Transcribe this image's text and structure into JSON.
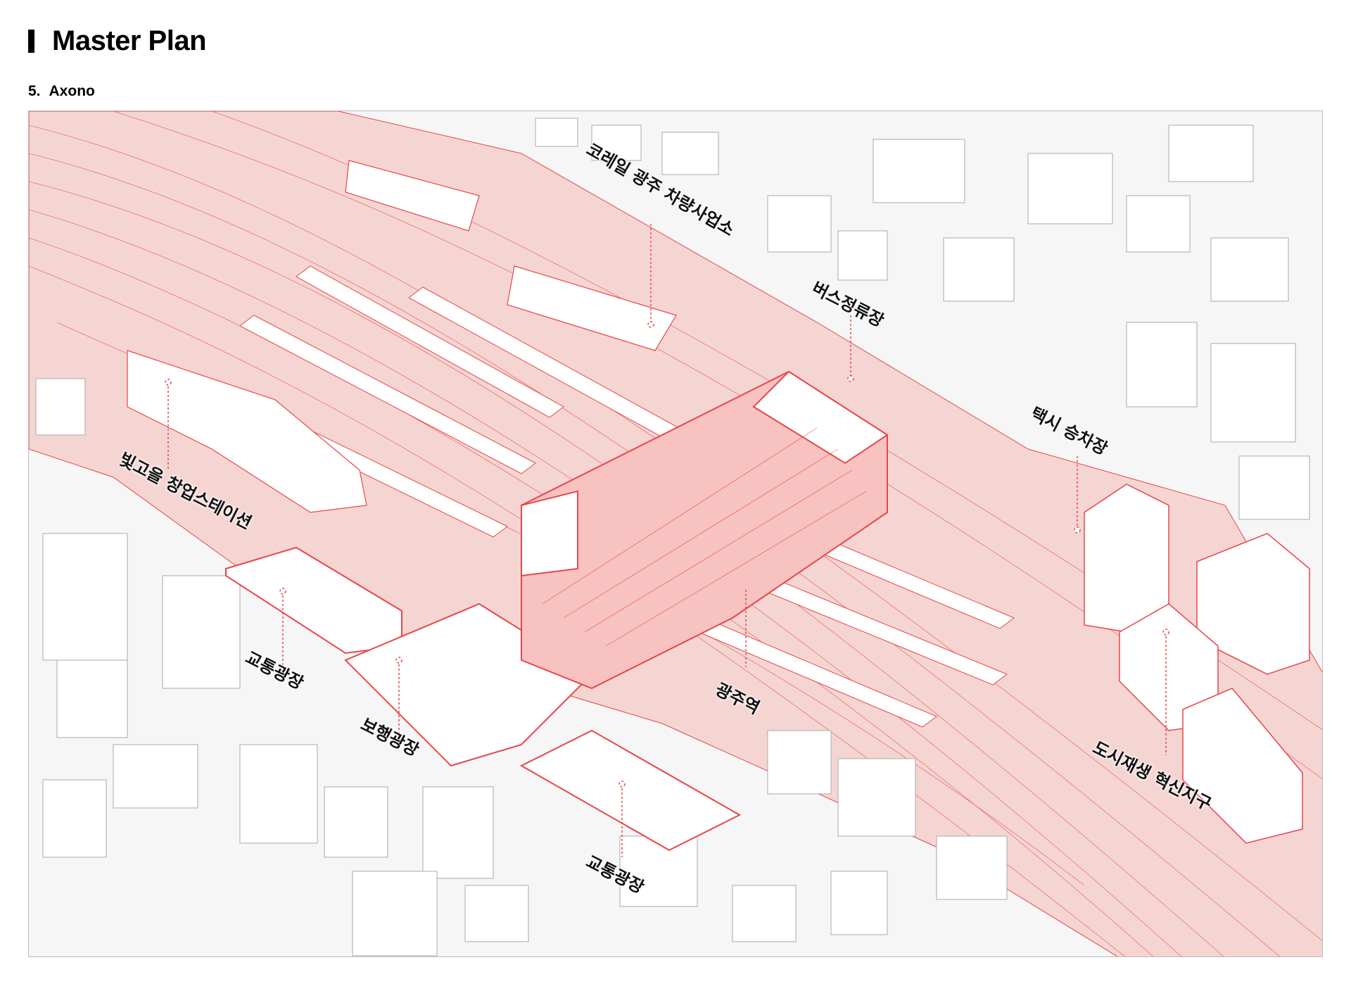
{
  "header": {
    "title": "Master Plan",
    "section_number": "5.",
    "section_title": "Axono"
  },
  "colors": {
    "accent": "#e8464b",
    "rail_area": "#f5d5d2",
    "buildings": "#ffffff",
    "background": "#f6f6f6"
  },
  "labels": {
    "korail_depot": "코레일 광주 차량사업소",
    "bus_stop": "버스정류장",
    "taxi_stand": "택시 승차장",
    "startup_station": "빛고을 창업스테이션",
    "traffic_plaza_west": "교통광장",
    "pedestrian_plaza": "보행광장",
    "gwangju_station": "광주역",
    "urban_regeneration": "도시재생 혁신지구",
    "traffic_plaza_south": "교통광장"
  }
}
